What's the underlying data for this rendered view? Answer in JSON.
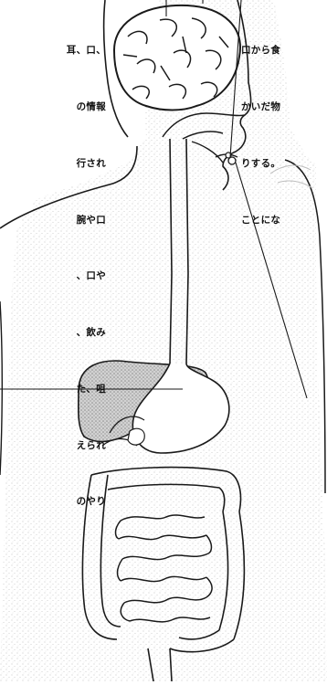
{
  "left_text": {
    "lines": [
      "耳、口、",
      "の情報",
      "行され",
      "腕や口",
      "、口や",
      "、飲み",
      "た、咀",
      "えられ",
      "のやり"
    ]
  },
  "right_text": {
    "lines": [
      "口から食",
      "かいだ物",
      "りする。",
      "ことにな"
    ]
  },
  "colors": {
    "outline": "#1a1a1a",
    "stipple": "#b9b9b9",
    "shade": "#a9a9a9",
    "background": "#ffffff"
  }
}
